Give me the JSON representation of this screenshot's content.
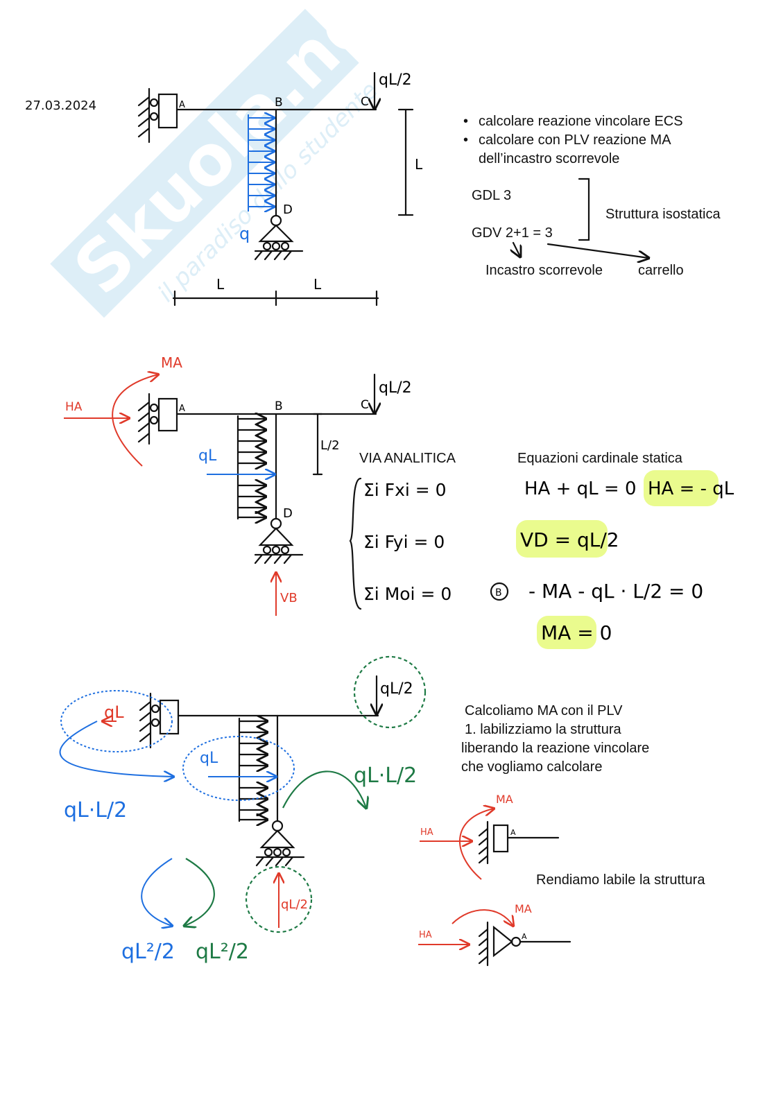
{
  "date": "27.03.2024",
  "watermark": {
    "brand": "Skuola.net",
    "tagline": "il paradiso dello studente"
  },
  "colors": {
    "load_blue": "#1e6fe0",
    "reaction_red": "#e03a2a",
    "work_green": "#1e7a45",
    "highlight": "#e6fa7a"
  },
  "diagram1": {
    "labels": {
      "A": "A",
      "B": "B",
      "C": "C",
      "D": "D",
      "q": "q",
      "load": "qL/2",
      "height": "L",
      "span_left": "L",
      "span_right": "L"
    }
  },
  "tasks": [
    "calcolare reazione vincolare ECS",
    "calcolare con PLV reazione MA",
    "dell’incastro scorrevole"
  ],
  "dof": {
    "gdl": "GDL 3",
    "gdv": "GDV 2+1 = 3",
    "result": "Struttura isostatica",
    "constraint1": "Incastro scorrevole",
    "constraint2": "carrello"
  },
  "diagram2": {
    "labels": {
      "HA": "HA",
      "MA": "MA",
      "A": "A",
      "B": "B",
      "C": "C",
      "D": "D",
      "resultant": "qL",
      "half": "L/2",
      "VB": "VB",
      "load": "qL/2"
    }
  },
  "analysis": {
    "method": "VIA ANALITICA",
    "title": "Equazioni cardinale statica",
    "equations": [
      "Σi Fxi = 0",
      "Σi Fyi = 0",
      "Σi Moi = 0"
    ],
    "eq_x": "HA + qL = 0",
    "res_x": "HA = - qL",
    "res_y": "VD = qL/2",
    "pole": "B",
    "eq_m": "- MA - qL · L/2 = 0",
    "res_m": "MA = 0"
  },
  "plv": {
    "lines": [
      "Calcoliamo MA con il PLV",
      "1. labilizziamo la struttura",
      "liberando la reazione vincolare",
      "che vogliamo calcolare"
    ],
    "labile_text": "Rendiamo labile la struttura",
    "blue_moment": "qL·L/2",
    "green_moment": "qL·L/2",
    "blue_work": "qL²/2",
    "green_work": "qL²/2",
    "red_load": "qL",
    "inner_load": "qL",
    "circle_load": "qL/2",
    "bottom_load": "qL/2",
    "small_labels": {
      "HA": "HA",
      "MA": "MA",
      "A": "A"
    }
  }
}
